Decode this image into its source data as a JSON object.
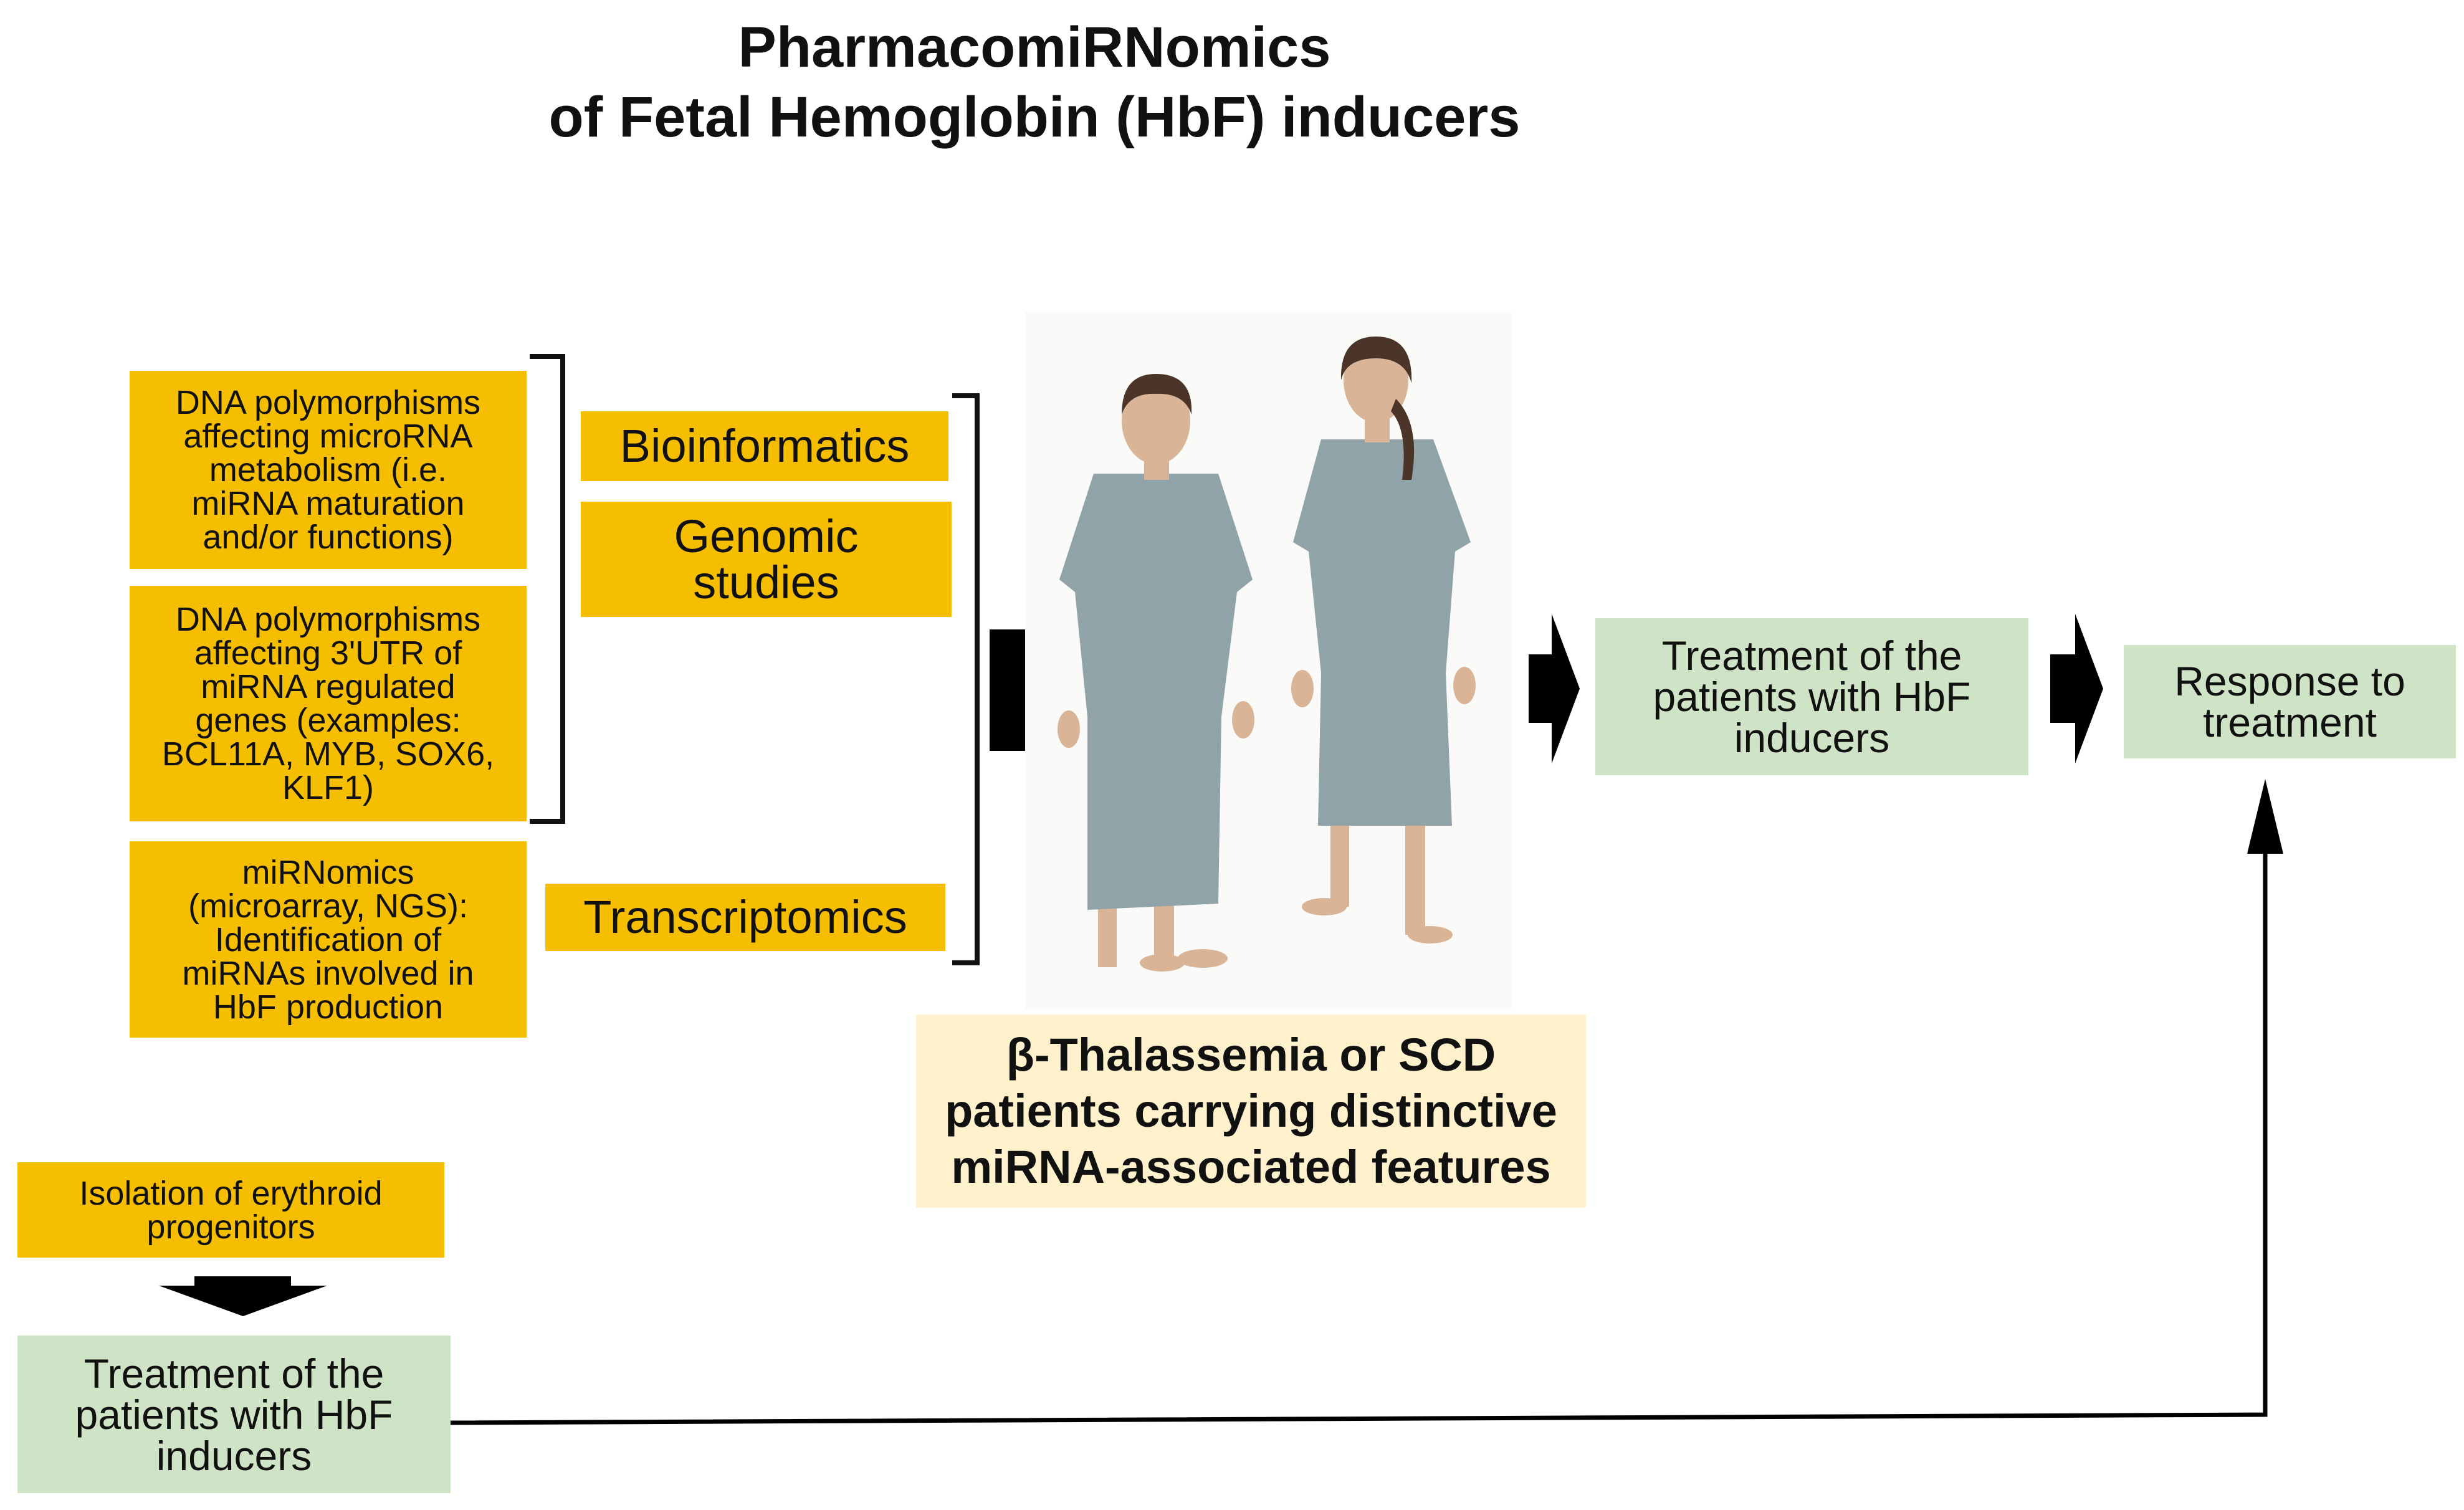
{
  "title": {
    "line1": "PharmacomiRNomics",
    "line2": "of Fetal Hemoglobin (HbF) inducers"
  },
  "left_boxes": {
    "maturation": "DNA polymorphisms\naffecting microRNA\nmetabolism (i.e.\nmiRNA maturation\nand/or functions)",
    "utr": "DNA polymorphisms\naffecting 3'UTR of\nmiRNA regulated\ngenes (examples:\nBCL11A, MYB, SOX6,\nKLF1)",
    "mirnomics": "miRNomics\n(microarray, NGS):\nIdentification of\nmiRNAs involved in\nHbF production"
  },
  "methods": {
    "bioinformatics": "Bioinformatics",
    "genomic": "Genomic\nstudies",
    "transcriptomics": "Transcriptomics"
  },
  "patients_caption": "β-Thalassemia or SCD\npatients carrying distinctive\nmiRNA-associated features",
  "treatment_top": "Treatment of the\npatients with HbF\ninducers",
  "response": "Response to\ntreatment",
  "isolation": "Isolation of erythroid\nprogenitors",
  "treatment_bottom": "Treatment of the\npatients with HbF\ninducers",
  "colors": {
    "orange": "#F6BE00",
    "green": "#CFE3C6",
    "cream": "#FFF1CC",
    "gown": "#8FA3A8",
    "skin": "#D9B496",
    "hair": "#4A3528"
  }
}
